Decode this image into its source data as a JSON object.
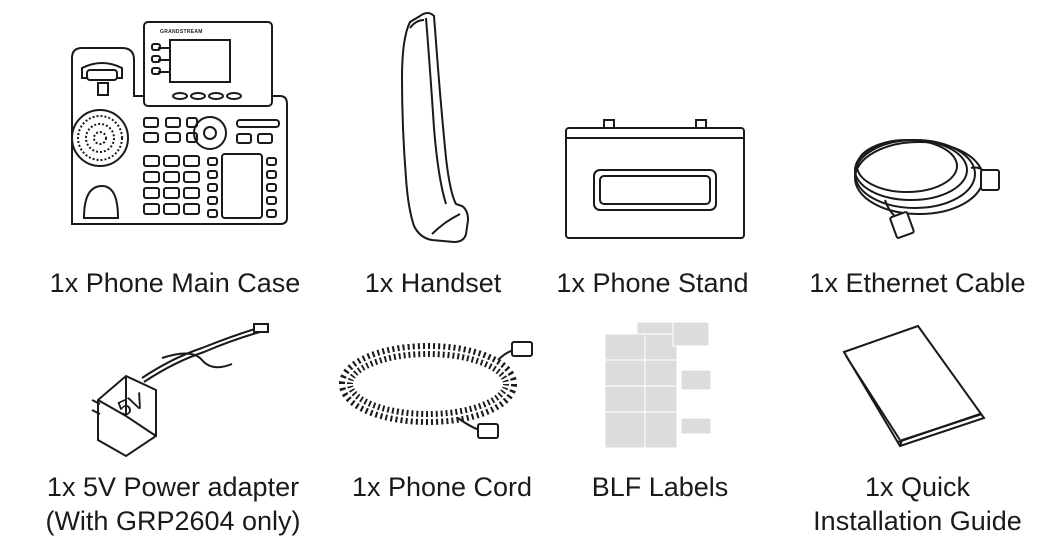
{
  "items": [
    {
      "caption": "1x Phone Main Case",
      "brand": "GRANDSTREAM"
    },
    {
      "caption": "1x Handset"
    },
    {
      "caption": "1x Phone Stand"
    },
    {
      "caption": "1x Ethernet Cable"
    },
    {
      "caption": "1x 5V Power adapter",
      "caption2": "(With GRP2604 only)",
      "adapter_text": "5V"
    },
    {
      "caption": "1x Phone Cord"
    },
    {
      "caption": "BLF Labels"
    },
    {
      "caption": "1x Quick",
      "caption2": "Installation Guide"
    }
  ]
}
